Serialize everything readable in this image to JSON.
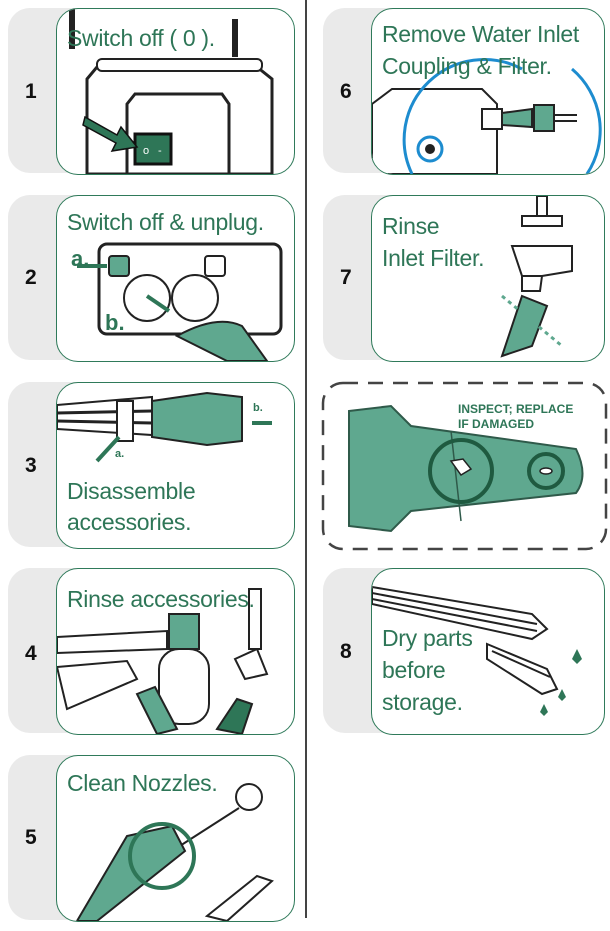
{
  "steps": [
    {
      "number": "1",
      "caption": "Switch off ( 0 )."
    },
    {
      "number": "2",
      "caption": "Switch off & unplug.",
      "label_a": "a.",
      "label_b": "b."
    },
    {
      "number": "3",
      "caption_line1": "Disassemble",
      "caption_line2": "accessories.",
      "label_a": "a.",
      "label_b": "b."
    },
    {
      "number": "4",
      "caption": "Rinse accessories."
    },
    {
      "number": "5",
      "caption": "Clean Nozzles."
    },
    {
      "number": "6",
      "caption_line1": "Remove Water Inlet",
      "caption_line2": "Coupling & Filter."
    },
    {
      "number": "7",
      "caption_line1": "Rinse",
      "caption_line2": "Inlet Filter."
    },
    {
      "number": "8",
      "caption_line1": "Dry parts",
      "caption_line2": "before",
      "caption_line3": "storage."
    }
  ],
  "inspect": {
    "line1": "INSPECT; REPLACE",
    "line2": "IF DAMAGED"
  },
  "colors": {
    "accent": "#2e7657",
    "fill": "#5fa88f",
    "tab": "#eaeaea"
  }
}
